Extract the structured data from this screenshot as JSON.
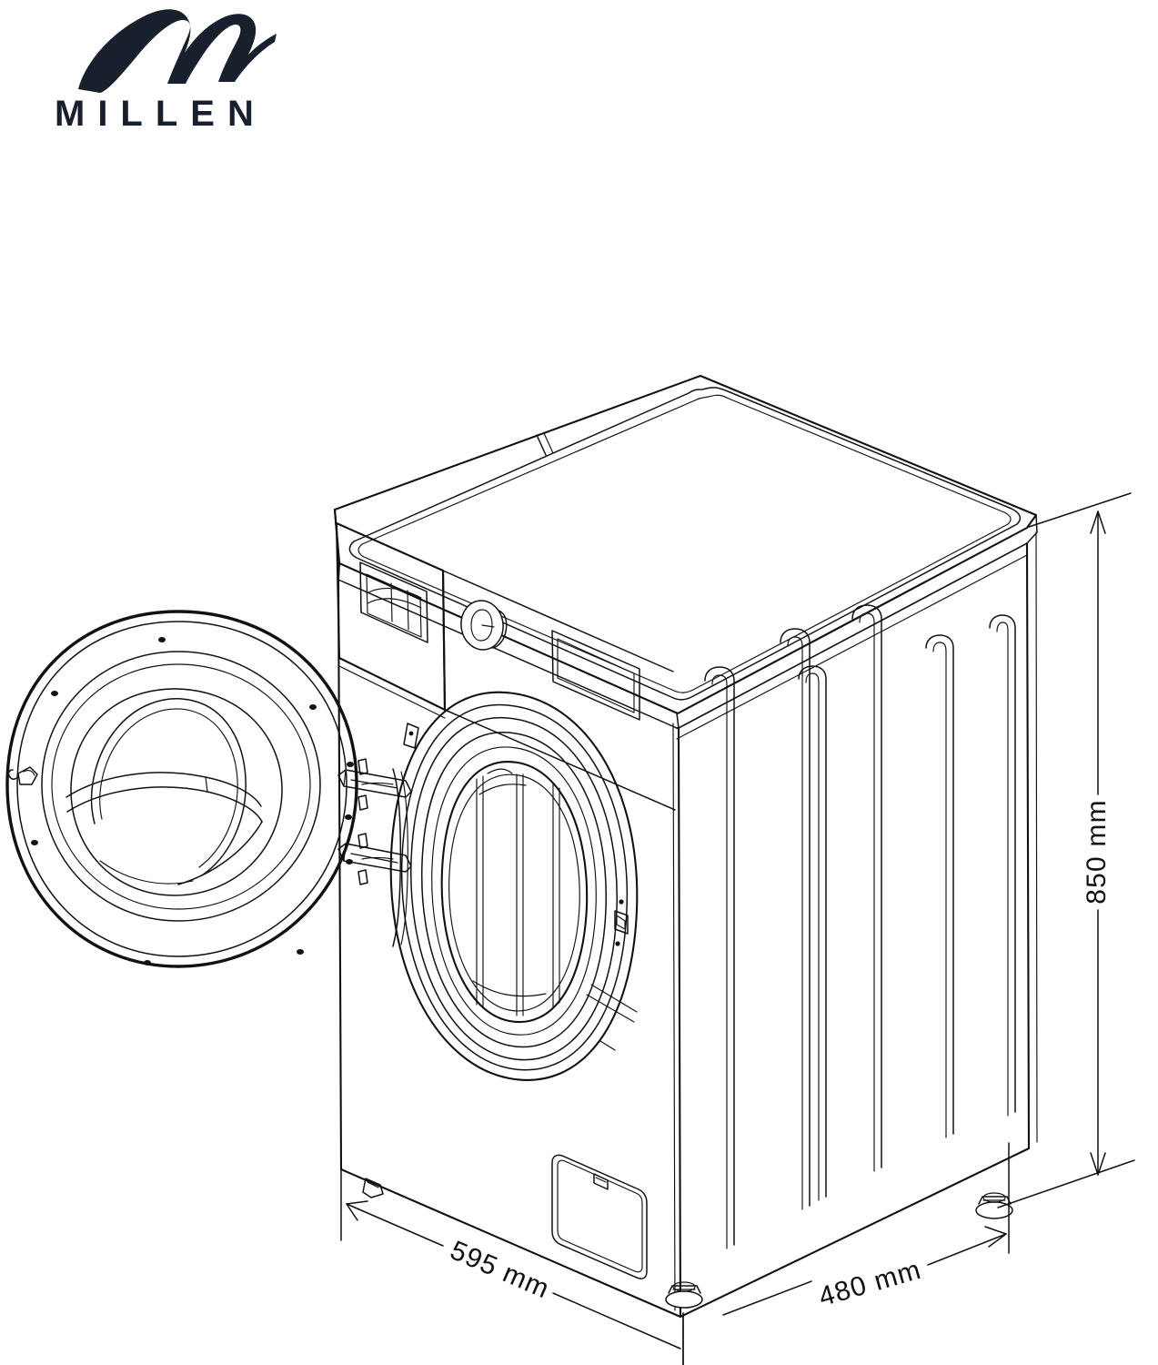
{
  "brand": {
    "name": "MILLEN",
    "mark_icon": "millen-m-brushstroke-logo",
    "color": "#18202e"
  },
  "drawing": {
    "title": "Washing machine dimension drawing",
    "product": "front-load washing machine",
    "view": "isometric, door open",
    "line_color": "#111111",
    "background": "#ffffff",
    "parts": [
      {
        "name": "top-panel",
        "label": "Top panel"
      },
      {
        "name": "control-panel",
        "label": "Control panel"
      },
      {
        "name": "detergent-drawer",
        "label": "Detergent dispenser drawer"
      },
      {
        "name": "program-knob",
        "label": "Program selector knob"
      },
      {
        "name": "display-panel",
        "label": "Display"
      },
      {
        "name": "door",
        "label": "Door"
      },
      {
        "name": "door-glass",
        "label": "Door glass"
      },
      {
        "name": "door-hinge",
        "label": "Door hinge"
      },
      {
        "name": "door-latch",
        "label": "Door latch"
      },
      {
        "name": "drum",
        "label": "Drum"
      },
      {
        "name": "filter-access-panel",
        "label": "Filter access panel"
      },
      {
        "name": "leveling-foot",
        "label": "Leveling foot"
      },
      {
        "name": "side-ribs",
        "label": "Side panel ribs"
      }
    ]
  },
  "dimensions": {
    "height": {
      "value": "850 mm",
      "axis": "height",
      "number": 850,
      "unit": "mm"
    },
    "width": {
      "value": "595 mm",
      "axis": "width",
      "number": 595,
      "unit": "mm"
    },
    "depth": {
      "value": "480 mm",
      "axis": "depth",
      "number": 480,
      "unit": "mm"
    }
  }
}
